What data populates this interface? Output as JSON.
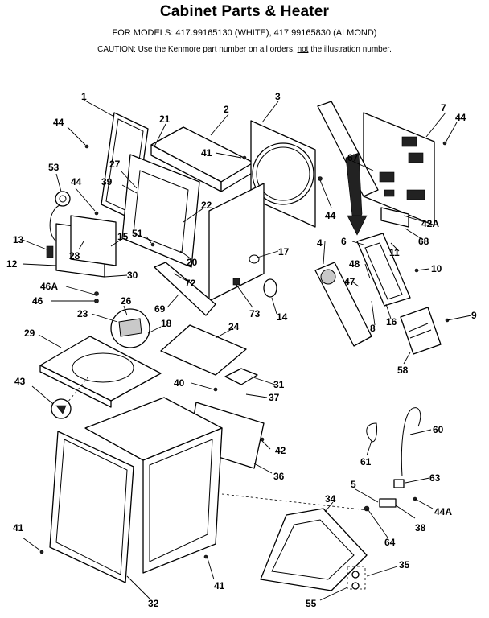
{
  "header": {
    "title": "Cabinet Parts & Heater",
    "models": "FOR MODELS:  417.99165130 (WHITE), 417.99165830 (ALMOND)",
    "caution_pre": "CAUTION:  Use the Kenmore part number on all orders, ",
    "caution_not": "not",
    "caution_post": " the illustration number."
  },
  "callouts": [
    "1",
    "2",
    "3",
    "7",
    "44",
    "21",
    "41",
    "44",
    "67",
    "53",
    "44",
    "27",
    "39",
    "22",
    "44",
    "42A",
    "68",
    "13",
    "28",
    "15",
    "51",
    "6",
    "11",
    "12",
    "20",
    "4",
    "17",
    "48",
    "10",
    "46A",
    "72",
    "30",
    "47",
    "46",
    "69",
    "26",
    "73",
    "14",
    "8",
    "16",
    "9",
    "23",
    "18",
    "24",
    "29",
    "58",
    "40",
    "31",
    "37",
    "43",
    "42",
    "60",
    "36",
    "61",
    "5",
    "63",
    "34",
    "44A",
    "41",
    "38",
    "64",
    "41",
    "35",
    "32",
    "55"
  ],
  "colors": {
    "ink": "#000000",
    "paper": "#ffffff",
    "shade": "#c9c9c9"
  }
}
